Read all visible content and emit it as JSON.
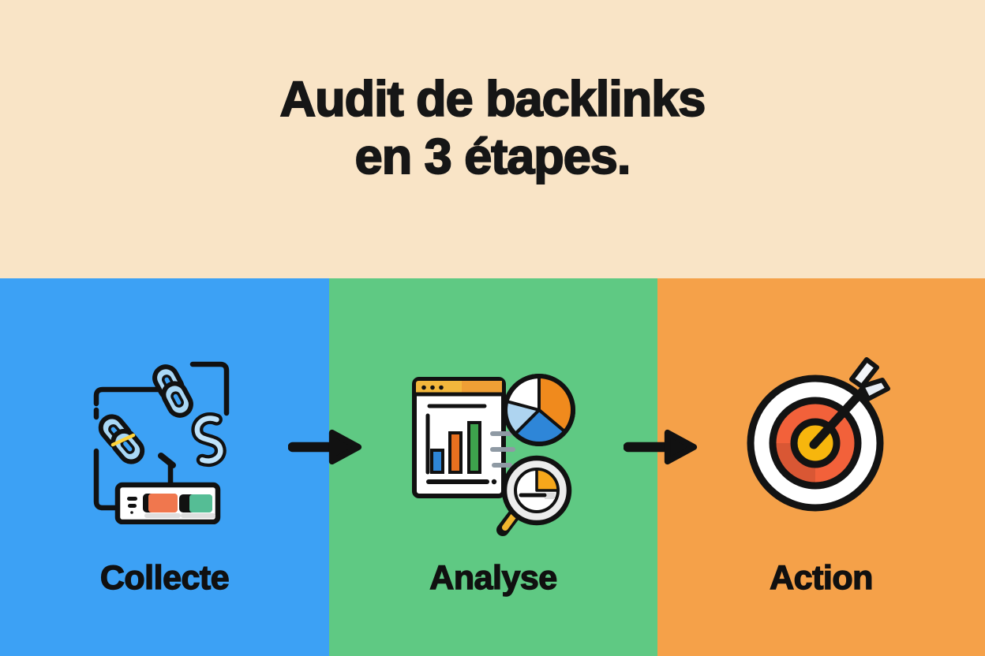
{
  "header": {
    "title_line1": "Audit de backlinks",
    "title_line2": "en 3 étapes."
  },
  "steps": [
    {
      "label": "Collecte",
      "color": "#3ca1f5",
      "icon": "backlinks-collector-icon"
    },
    {
      "label": "Analyse",
      "color": "#5fc983",
      "icon": "analytics-report-magnifier-icon"
    },
    {
      "label": "Action",
      "color": "#f5a149",
      "icon": "target-arrow-icon"
    }
  ],
  "arrows": [
    {
      "icon": "arrow-right-icon"
    },
    {
      "icon": "arrow-right-icon"
    }
  ],
  "colors": {
    "hero_background": "#f9e4c6",
    "title_text": "#161616",
    "label_text": "#101010",
    "arrow_black": "#111111",
    "chain_link_light_blue": "#a9d8f6",
    "bar_blue": "#2e86d8",
    "bar_orange": "#e8701f",
    "bar_green": "#3da24c",
    "pie_orange": "#f08a1d",
    "pie_blue": "#2e86d8",
    "pie_light_blue": "#aed4f0",
    "window_topbar_yellow": "#f3b73c",
    "collector_bar_salmon": "#f0774e",
    "collector_bar_teal": "#55bd95",
    "target_ring_red": "#f2613a",
    "target_center_yellow": "#f7b60d",
    "magnifier_handle_yellow": "#f0b42e"
  }
}
